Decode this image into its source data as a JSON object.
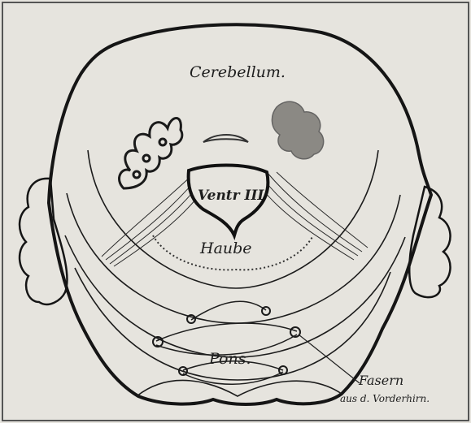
{
  "figure": {
    "labels": {
      "cerebellum": "Cerebellum.",
      "ventricle": "Ventr III",
      "tegmentum": "Haube",
      "pons": "Pons.",
      "fibers_line1": "Fasern",
      "fibers_line2": "aus d. Vorderhirn."
    }
  }
}
